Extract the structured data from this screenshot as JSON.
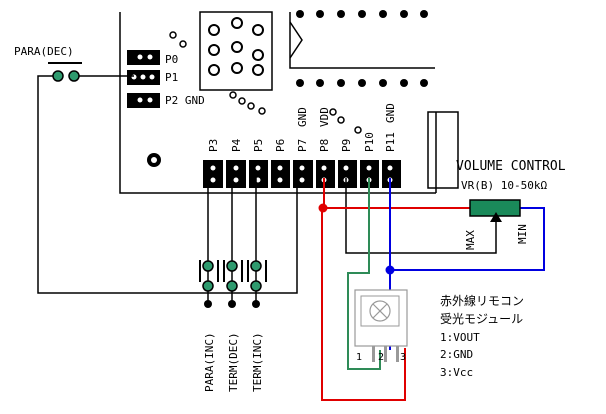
{
  "header_pins": {
    "pins": [
      "P3",
      "P4",
      "P5",
      "P6",
      "P7",
      "P8",
      "P9",
      "P10",
      "P11"
    ],
    "rotated_extra": [
      "GND",
      "VDD",
      "GND"
    ]
  },
  "left_header": {
    "labels": [
      "P0",
      "P1",
      "P2 GND"
    ]
  },
  "switches": {
    "para_dec": "PARA(DEC)",
    "bottom": [
      "PARA(INC)",
      "TERM(DEC)",
      "TERM(INC)"
    ]
  },
  "volume": {
    "title": "VOLUME CONTROL",
    "spec": "VR(B) 10-50kΩ",
    "max": "MAX",
    "min": "MIN"
  },
  "ir_module": {
    "title_line1": "赤外線リモコン",
    "title_line2": "受光モジュール",
    "pins": [
      "1:VOUT",
      "2:GND",
      "3:Vcc"
    ],
    "pin_numbers": [
      "1",
      "2",
      "3"
    ]
  },
  "colors": {
    "red": "#e00000",
    "green": "#2e8b57",
    "blue": "#0000e0",
    "potentiometer": "#1a8a5a",
    "switch_green": "#2e9a6e",
    "black": "#000000"
  }
}
